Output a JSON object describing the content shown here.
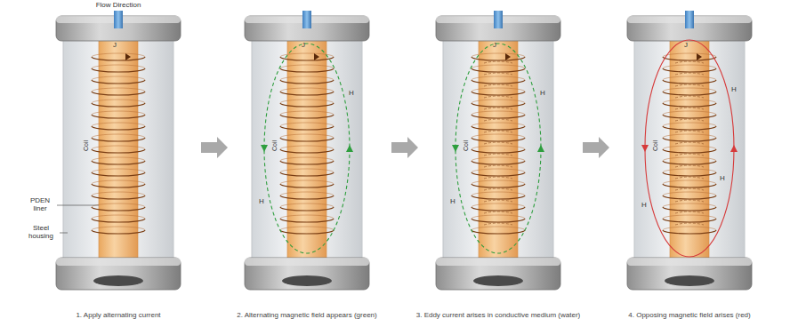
{
  "diagram": {
    "labels": [
      "Flow Direction",
      "J",
      "Coil",
      "PDEN liner",
      "Steel housing",
      "J",
      "Coil",
      "H",
      "H",
      "J",
      "Coil",
      "H",
      "H",
      "J",
      "Coil",
      "H",
      "H",
      "H",
      "1. Apply alternating current",
      "2. Alternating magnetic field appears (green)",
      "3. Eddy current arises in conductive medium (water)",
      "4. Opposing magnetic field arises (red)"
    ]
  }
}
